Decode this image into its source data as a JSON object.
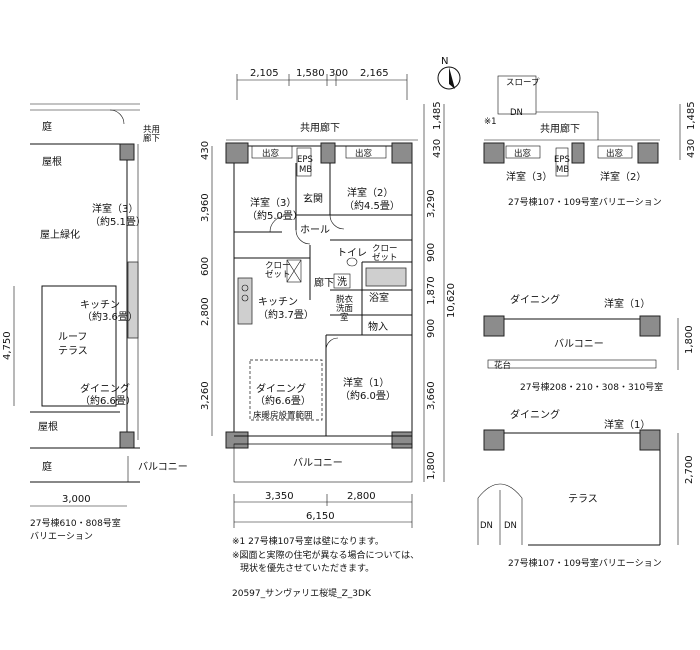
{
  "north_label": "N",
  "main": {
    "top_dims": [
      "2,105",
      "1,580",
      "300",
      "2,165"
    ],
    "right_dims": [
      "1,485",
      "430",
      "3,290",
      "900",
      "1,870",
      "10,620",
      "900",
      "3,660",
      "1,800"
    ],
    "left_dims": [
      "430",
      "3,960",
      "600",
      "2,800",
      "3,260"
    ],
    "bottom_dims": [
      "3,350",
      "2,800",
      "6,150"
    ],
    "corridor": "共用廊下",
    "window_left": "出窓",
    "window_right": "出窓",
    "eps_mb": "EPS\nMB",
    "entrance": "玄関",
    "room3_name": "洋室（3）",
    "room3_size": "（約5.0畳）",
    "room2_name": "洋室（2）",
    "room2_size": "（約4.5畳）",
    "hall": "ホール",
    "toilet": "トイレ",
    "closet": "クロー\nゼット",
    "closet2": "クロー\nゼット",
    "hallway": "廊下",
    "wash": "洗",
    "washroom": "脱衣\n洗面\n室",
    "bath": "浴室",
    "storage": "物入",
    "kitchen_name": "キッチン",
    "kitchen_size": "（約3.7畳）",
    "dining_name": "ダイニング",
    "dining_size": "（約6.6畳）",
    "floorheat": "床暖房設置範囲",
    "room1_name": "洋室（1）",
    "room1_size": "（約6.0畳）",
    "balcony": "バルコニー",
    "caption_note1": "※1  27号棟107号室は壁になります。",
    "caption_note2": "※図面と実際の住宅が異なる場合については、",
    "caption_note3": "現状を優先させていただきます。",
    "file_label": "20597_サンヴァリエ桜堤_Z_3DK"
  },
  "left_variant": {
    "corridor": "共用\n廊下",
    "garden_top": "庭",
    "roof1": "屋根",
    "roof_green": "屋上緑化",
    "room3_name": "洋室（3）",
    "room3_size": "（約5.1畳）",
    "kitchen_name": "キッチン",
    "kitchen_size": "（約3.6畳）",
    "roof_terrace": "ルーフ\nテラス",
    "dining_name": "ダイニング",
    "dining_size": "（約6.6畳）",
    "roof2": "屋根",
    "garden_bottom": "庭",
    "balcony": "バルコニー",
    "dim_height": "4,750",
    "dim_width": "3,000",
    "caption1": "27号棟610・808号室",
    "caption2": "バリエーション"
  },
  "top_right_variant": {
    "note": "※1",
    "slope": "スロープ",
    "dn": "DN",
    "corridor": "共用廊下",
    "window_left": "出窓",
    "window_right": "出窓",
    "eps_mb": "EPS\nMB",
    "room3": "洋室（3）",
    "room2": "洋室（2）",
    "dims": [
      "1,485",
      "430"
    ],
    "caption": "27号棟107・109号室バリエーション"
  },
  "mid_right_variant": {
    "dining": "ダイニング",
    "room1": "洋室（1）",
    "balcony": "バルコニー",
    "planter": "花台",
    "dim": "1,800",
    "caption": "27号棟208・210・308・310号室"
  },
  "bottom_right_variant": {
    "dining": "ダイニング",
    "room1": "洋室（1）",
    "terrace": "テラス",
    "dn1": "DN",
    "dn2": "DN",
    "dim": "2,700",
    "caption": "27号棟107・109号室バリエーション"
  }
}
